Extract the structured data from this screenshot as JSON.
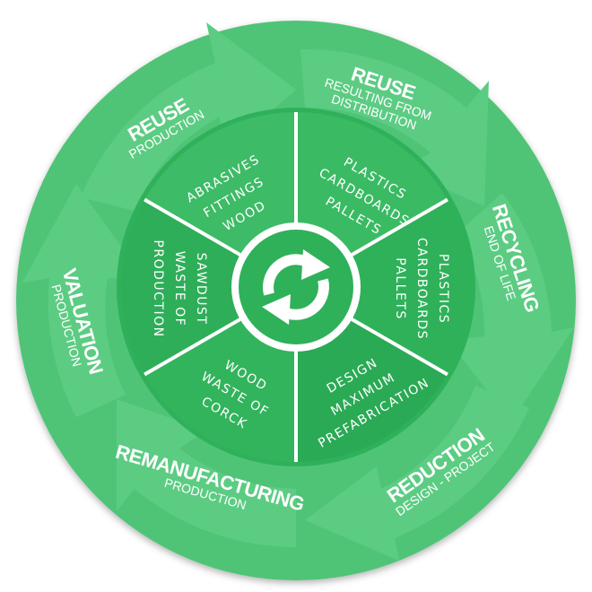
{
  "colors": {
    "outer": "#4fc477",
    "arrow": "#5ccc83",
    "inner_light": "#3dbb66",
    "inner_dark": "#2eae58",
    "divider": "#ffffff",
    "center": "#2fb15a"
  },
  "center_icon": "refresh-arrows-icon",
  "outer": [
    {
      "title": "REUSE",
      "subtitle": [
        "PRODUCTION"
      ]
    },
    {
      "title": "REUSE",
      "subtitle": [
        "RESULTING FROM",
        "DISTRIBUTION"
      ]
    },
    {
      "title": "RECYCLING",
      "subtitle": [
        "END OF LIFE"
      ]
    },
    {
      "title": "REDUCTION",
      "subtitle": [
        "DESIGN - PROJECT"
      ]
    },
    {
      "title": "REMANUFACTURING",
      "subtitle": [
        "PRODUCTION"
      ]
    },
    {
      "title": "VALUATION",
      "subtitle": [
        "PRODUCTION"
      ]
    }
  ],
  "inner": [
    [
      "ABRASIVES",
      "FITTINGS",
      "WOOD"
    ],
    [
      "PLASTICS",
      "CARDBOARDS",
      "PALLETS"
    ],
    [
      "PLASTICS",
      "CARDBOARDS",
      "PALLETS"
    ],
    [
      "DESIGN",
      "MAXIMUM",
      "PREFABRICATION"
    ],
    [
      "WOOD",
      "WASTE OF",
      "CORCK"
    ],
    [
      "SAWDUST",
      "WASTE OF",
      "PRODUCTION"
    ]
  ]
}
